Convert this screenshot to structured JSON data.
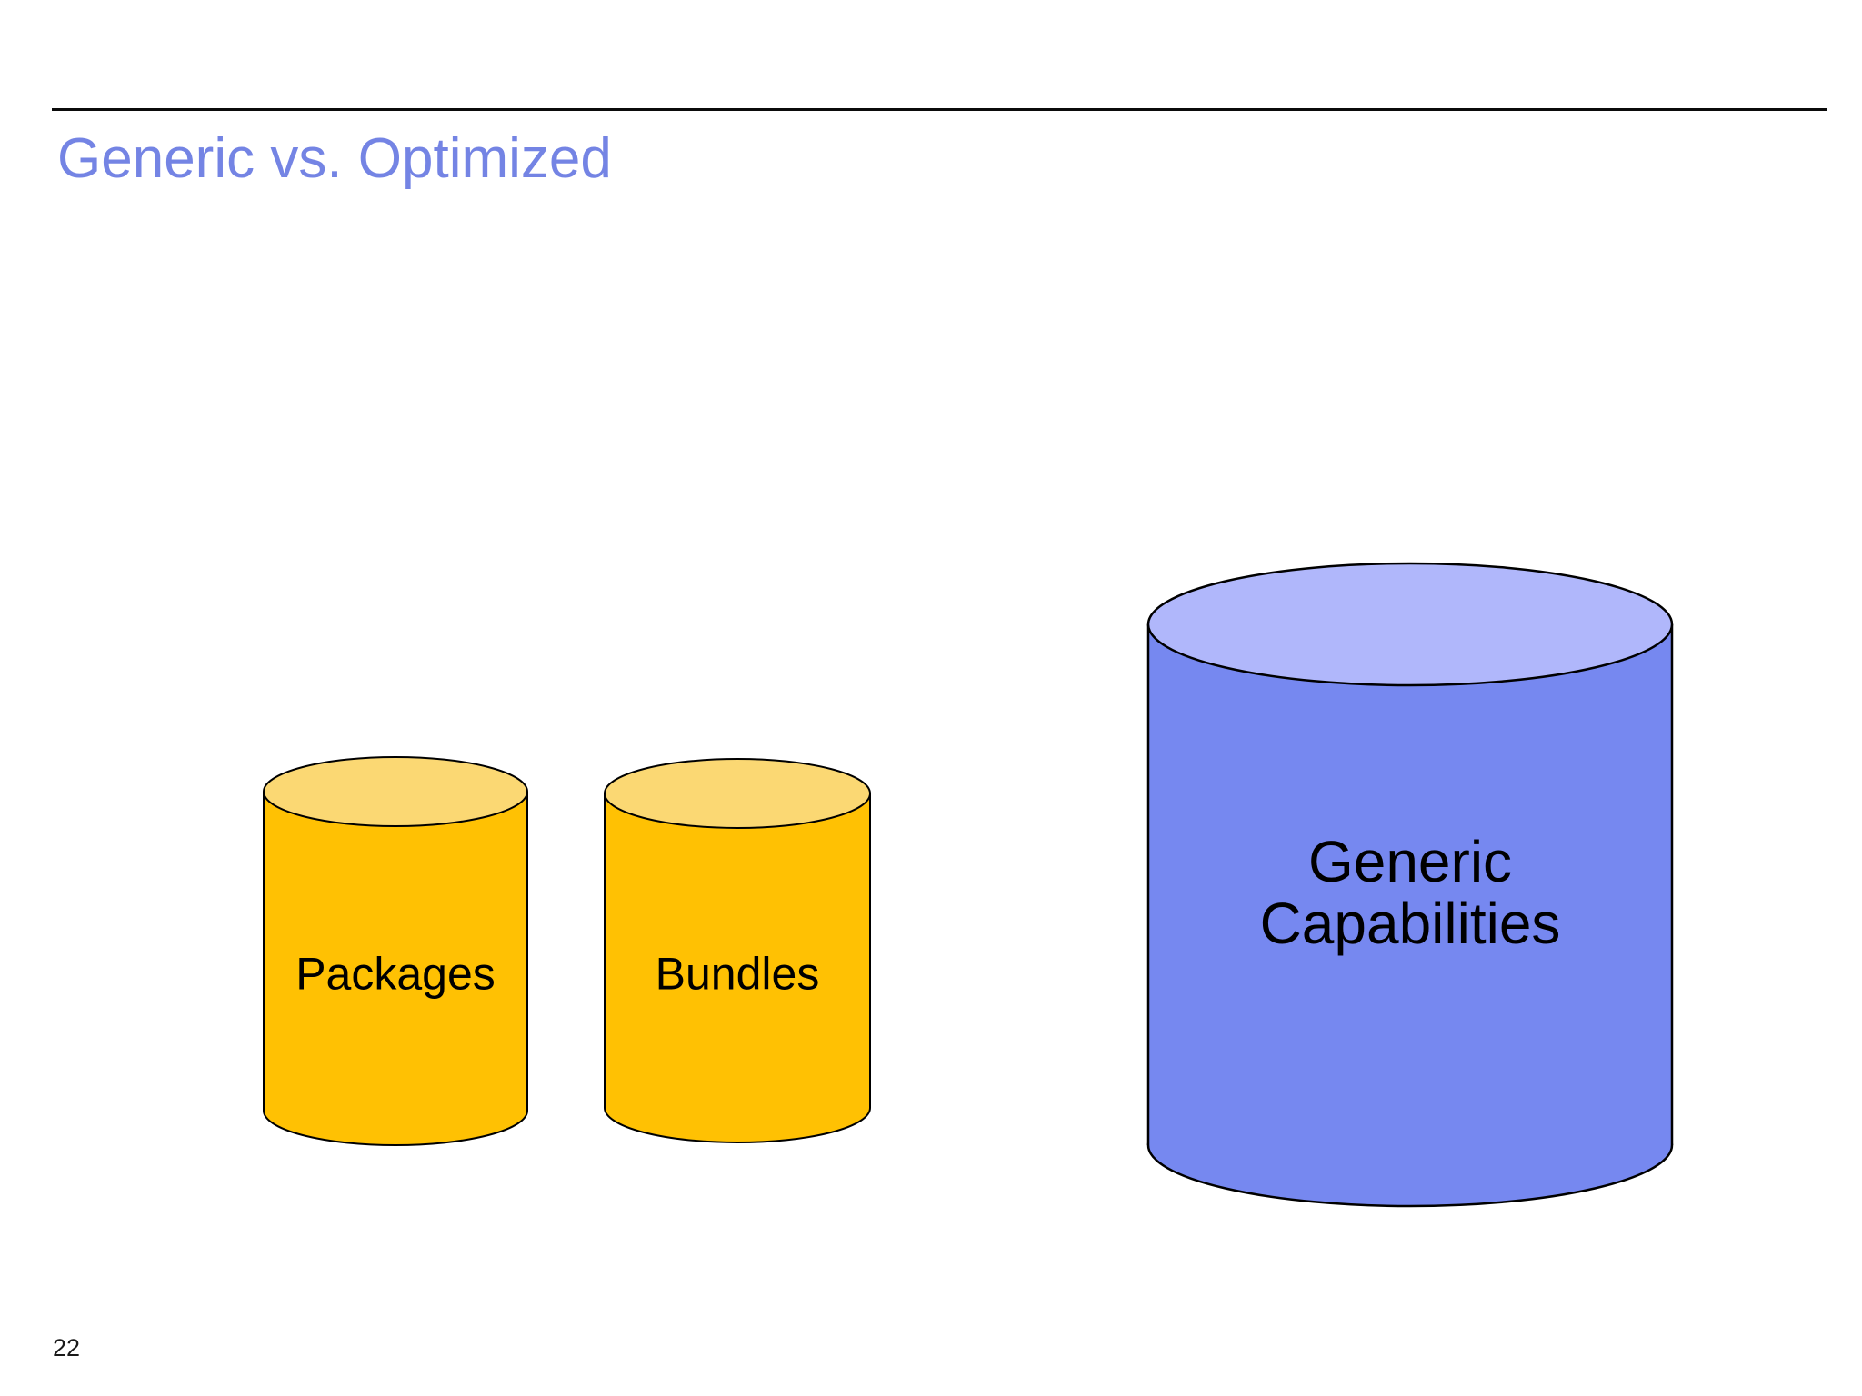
{
  "slide": {
    "title": "Generic vs. Optimized",
    "title_color": "#7484e4",
    "page_number": "22",
    "background_color": "#ffffff",
    "rule_color": "#0b0b0b"
  },
  "diagram": {
    "outline_color": "#000000",
    "cylinders": [
      {
        "id": "packages",
        "label": "Packages",
        "body_color": "#ffc103",
        "top_color": "#fbd873"
      },
      {
        "id": "bundles",
        "label": "Bundles",
        "body_color": "#ffc103",
        "top_color": "#fbd873"
      },
      {
        "id": "generic-capabilities",
        "label_line1": "Generic",
        "label_line2": "Capabilities",
        "body_color": "#7688f0",
        "top_color": "#b0b7fb"
      }
    ]
  }
}
